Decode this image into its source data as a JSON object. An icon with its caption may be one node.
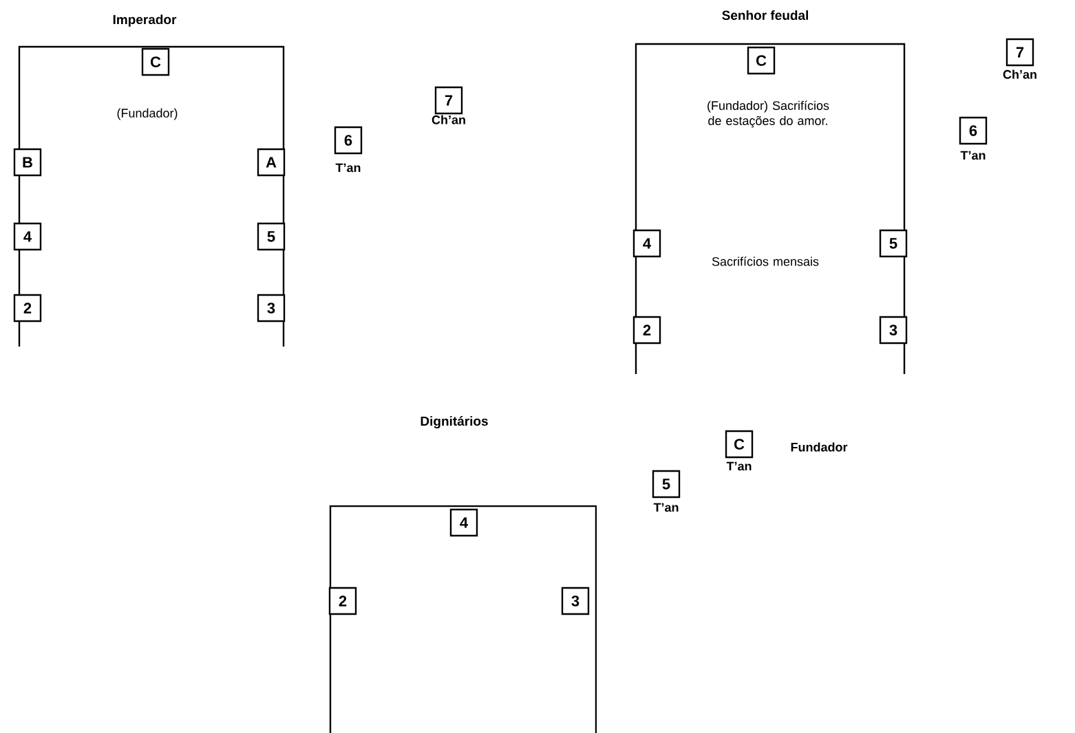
{
  "diagram": {
    "nodes": [
      {
        "text": [
          "Imperador",
          "(Fundador)"
        ]
      },
      {
        "text": [
          "C"
        ],
        "in": 0
      },
      {
        "text": [
          "B"
        ],
        "in": 0
      },
      {
        "text": [
          "A"
        ],
        "in": 0
      },
      {
        "text": [
          "4"
        ],
        "in": 0
      },
      {
        "text": [
          "5"
        ],
        "in": 0
      },
      {
        "text": [
          "2"
        ],
        "in": 0
      },
      {
        "text": [
          "3"
        ],
        "in": 0
      },
      {
        "text": [
          "7"
        ],
        "beside": [
          "Ch’an"
        ]
      },
      {
        "text": [
          "6"
        ],
        "beside": [
          "T’an"
        ]
      },
      {
        "text": [
          "Senhor feudal",
          "(Fundador) Sacrifícios de estações do amor.",
          "Sacrifícios mensais"
        ]
      },
      {
        "text": [
          "C"
        ],
        "in": 10
      },
      {
        "text": [
          "4"
        ],
        "in": 10
      },
      {
        "text": [
          "5"
        ],
        "in": 10
      },
      {
        "text": [
          "2"
        ],
        "in": 10
      },
      {
        "text": [
          "3"
        ],
        "in": 10
      },
      {
        "text": [
          "7"
        ],
        "beside": [
          "Ch’an"
        ]
      },
      {
        "text": [
          "6"
        ],
        "beside": [
          "T’an"
        ]
      },
      {
        "text": [
          "Dignitários"
        ]
      },
      {
        "text": [
          "4"
        ],
        "in": 18
      },
      {
        "text": [
          "2"
        ],
        "in": 18
      },
      {
        "text": [
          "3"
        ],
        "in": 18
      },
      {
        "text": [
          "C"
        ],
        "beside": [
          "T’an",
          "Fundador"
        ]
      },
      {
        "text": [
          "5"
        ],
        "beside": [
          "T’an"
        ]
      }
    ]
  }
}
